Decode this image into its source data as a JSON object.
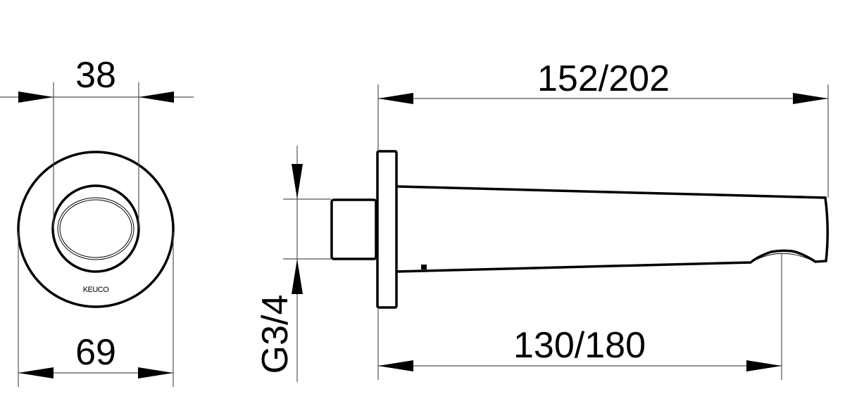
{
  "drawing": {
    "front_view": {
      "brand_logo": "KEUCO",
      "dim_inner_diameter": "38",
      "dim_outer_diameter": "69"
    },
    "side_view": {
      "dim_thread": "G3/4",
      "dim_total_length": "152/202",
      "dim_projection": "130/180"
    }
  }
}
